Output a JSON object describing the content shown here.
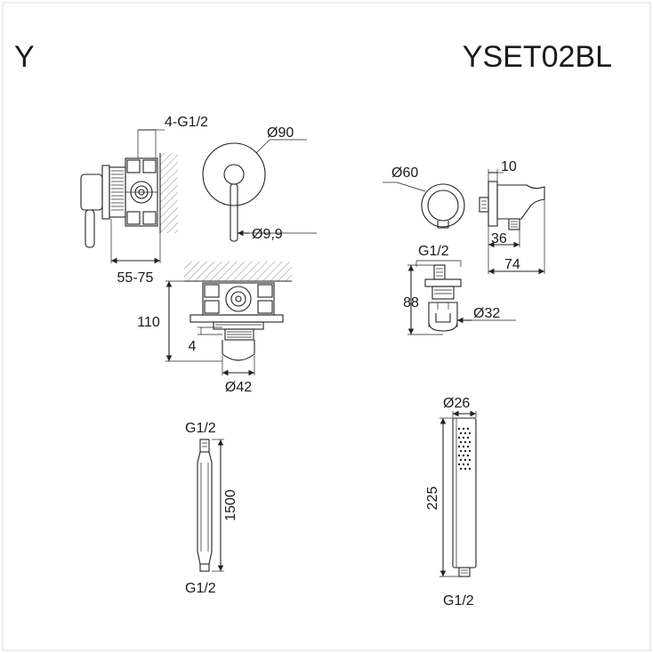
{
  "header": {
    "brand_letter": "Y",
    "model_code": "YSET02BL"
  },
  "dimensions": {
    "inlet_thread": "4-G1/2",
    "plate_diameter": "Ø90",
    "lever_diameter": "Ø9,9",
    "install_depth": "55-75",
    "mixer_height": "110",
    "offset": "4",
    "spout_diameter": "Ø42",
    "elbow_diameter": "Ø60",
    "elbow_depth": "10",
    "elbow_thread": "G1/2",
    "elbow_outlet": "36",
    "elbow_length": "74",
    "holder_height": "88",
    "holder_diameter": "Ø32",
    "hose_thread_top": "G1/2",
    "hose_length": "1500",
    "hose_thread_bottom": "G1/2",
    "handshower_diameter": "Ø26",
    "handshower_length": "225",
    "handshower_thread": "G1/2"
  }
}
